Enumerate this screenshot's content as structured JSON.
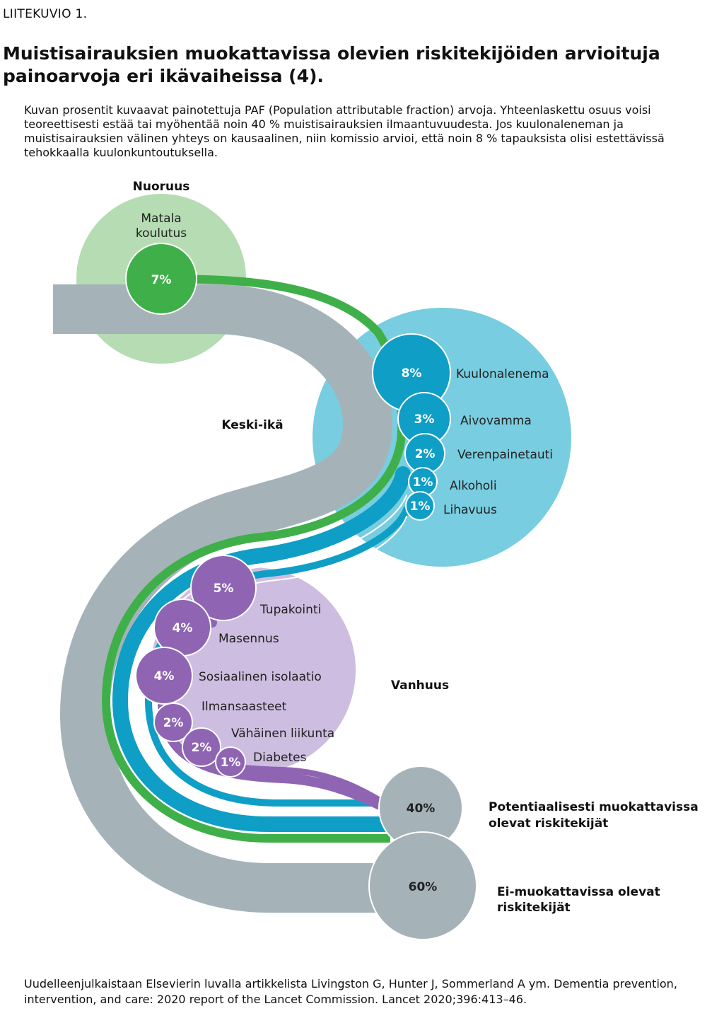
{
  "figure_label": "LIITEKUVIO 1.",
  "title": "Muistisairauksien muokattavissa olevien riskitekijöiden arvioituja painoarvoja eri ikävaiheissa (4).",
  "lead": "Kuvan prosentit kuvaavat painotettuja PAF (Population attributable fraction) arvoja. Yhteenlaskettu osuus voisi teoreettisesti estää tai myöhentää noin 40 % muistisairauksien ilmaantuvuudesta. Jos kuulonaleneman ja muistisairauksien välinen yhteys on kausaalinen, niin komissio arvioi, että noin 8 % tapauksista olisi estettävissä tehokkaalla kuulonkuntoutuksella.",
  "stages": {
    "youth": "Nuoruus",
    "midlife": "Keski-ikä",
    "old_age": "Vanhuus"
  },
  "youth_factors": [
    {
      "label_line1": "Matala",
      "label_line2": "koulutus",
      "value": "7%"
    }
  ],
  "midlife_factors": [
    {
      "label": "Kuulonalenema",
      "value": "8%"
    },
    {
      "label": "Aivovamma",
      "value": "3%"
    },
    {
      "label": "Verenpainetauti",
      "value": "2%"
    },
    {
      "label": "Alkoholi",
      "value": "1%"
    },
    {
      "label": "Lihavuus",
      "value": "1%"
    }
  ],
  "old_age_factors": [
    {
      "label": "Tupakointi",
      "value": "5%"
    },
    {
      "label": "Masennus",
      "value": "4%"
    },
    {
      "label": "Sosiaalinen isolaatio",
      "value": "4%"
    },
    {
      "label": "Ilmansaasteet",
      "value": "2%"
    },
    {
      "label": "Vähäinen liikunta",
      "value": "2%"
    },
    {
      "label": "Diabetes",
      "value": "1%"
    }
  ],
  "totals": {
    "modifiable": {
      "value": "40%",
      "label_line1": "Potentiaalisesti muokattavissa",
      "label_line2": "olevat riskitekijät"
    },
    "nonmodifiable": {
      "value": "60%",
      "label_line1": "Ei-muokattavissa olevat",
      "label_line2": "riskitekijät"
    }
  },
  "credit": "Uudelleenjulkaistaan Elsevierin luvalla artikkelista Livingston G, Hunter J, Sommerland A ym. Dementia prevention, intervention, and care: 2020 report of the Lancet Commission. Lancet 2020;396:413–46.",
  "colors": {
    "youth_light": "#b5dcb2",
    "youth_dark": "#3fb049",
    "midlife_light": "#78cde0",
    "midlife_dark": "#0f9ec6",
    "old_light": "#cdbde0",
    "old_dark": "#8f65b3",
    "grey": "#a5b3b9"
  }
}
